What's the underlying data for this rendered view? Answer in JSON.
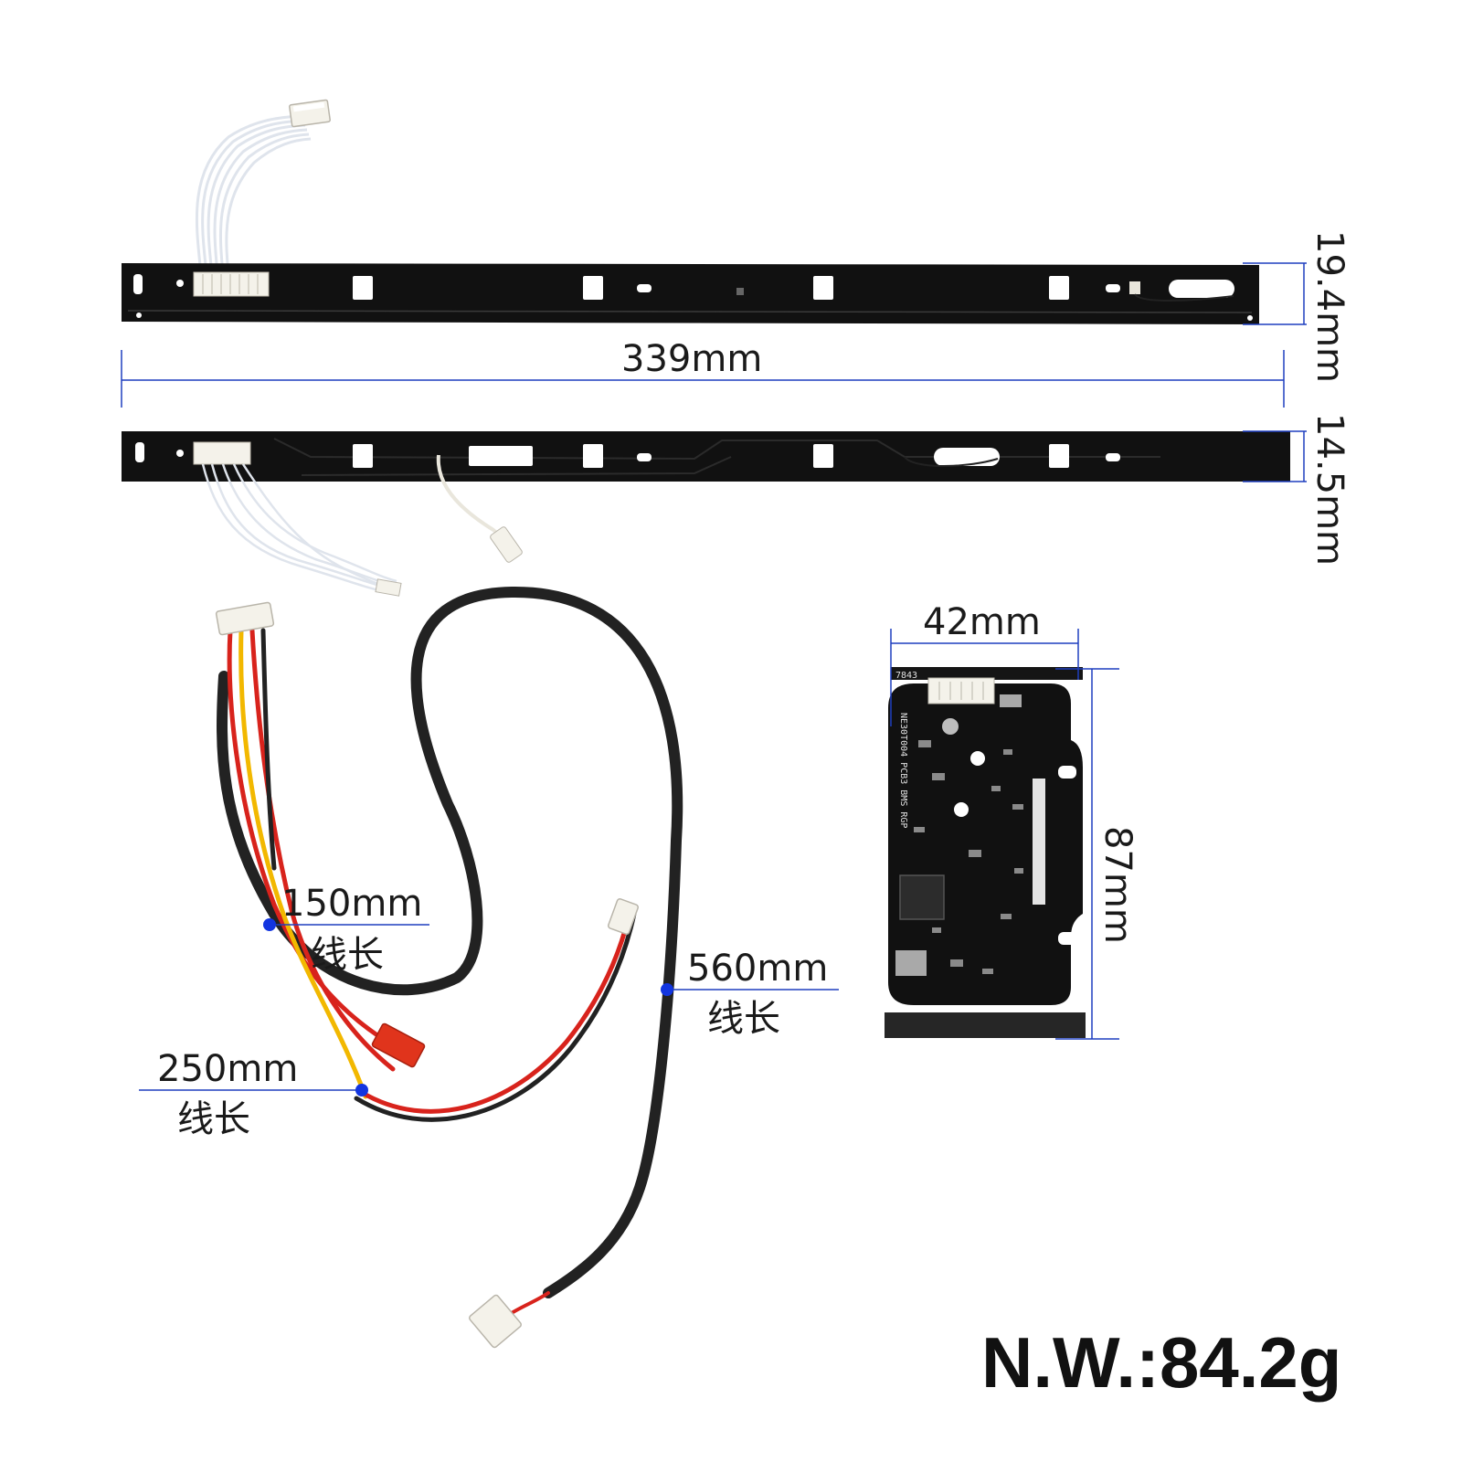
{
  "colors": {
    "background": "#ffffff",
    "dimension_line": "#1f3fbf",
    "dimension_dot": "#1235e0",
    "pcb": "#111111",
    "cable_black": "#222222",
    "wire_red": "#d8231c",
    "wire_yellow": "#f2b800",
    "connector": "#f4f2ea",
    "text": "#1a1a1a"
  },
  "dimensions": {
    "strip_length": "339mm",
    "strip_top_width": "19.4mm",
    "strip_bottom_width": "14.5mm",
    "board_width": "42mm",
    "board_height": "87mm"
  },
  "wires": {
    "short_length": "150mm",
    "medium_length": "250mm",
    "long_length": "560mm",
    "length_label": "线长"
  },
  "pcb_silkscreen": {
    "code": "7843",
    "model": "NE30T004  PCB3  BMS  RGP"
  },
  "net_weight": "N.W.:84.2g"
}
